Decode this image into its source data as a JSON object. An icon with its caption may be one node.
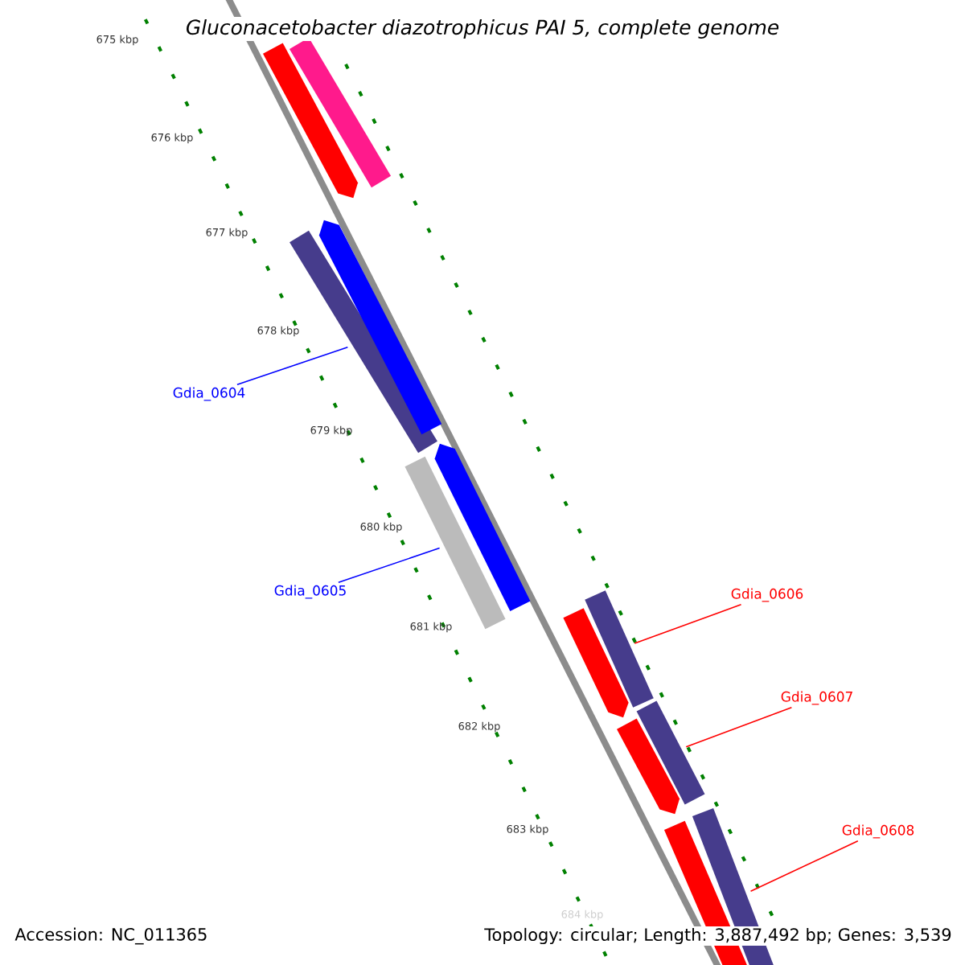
{
  "diagram": {
    "title": "Gluconacetobacter diazotrophicus PAI 5, complete genome",
    "nodes": [
      {
        "text": [
          "Gdia_0604"
        ]
      },
      {
        "text": [],
        "shape": "bar"
      },
      {
        "text": [
          "Gdia_0605"
        ]
      },
      {
        "text": [],
        "shape": "bar"
      },
      {
        "text": [
          "Gdia_0606"
        ]
      },
      {
        "text": [],
        "shape": "bar"
      },
      {
        "text": [
          "Gdia_0607"
        ]
      },
      {
        "text": [],
        "shape": "bar"
      },
      {
        "text": [
          "Gdia_0608"
        ]
      },
      {
        "text": [],
        "shape": "bar"
      },
      {
        "text": [],
        "shape": "bar"
      },
      {
        "text": [],
        "shape": "bar"
      },
      {
        "text": [],
        "shape": "bar"
      },
      {
        "text": [],
        "shape": "bar"
      },
      {
        "text": [],
        "shape": "bar"
      },
      {
        "text": [],
        "shape": "bar"
      },
      {
        "text": [],
        "shape": "bar"
      }
    ],
    "edges": [
      {
        "from": 0,
        "to": 1,
        "arrow": "none",
        "color": "#0000ff"
      },
      {
        "from": 2,
        "to": 3,
        "arrow": "none",
        "color": "#0000ff"
      },
      {
        "from": 4,
        "to": 5,
        "arrow": "none"
      },
      {
        "from": 6,
        "to": 7,
        "arrow": "none"
      },
      {
        "from": 8,
        "to": 9,
        "arrow": "none"
      }
    ],
    "labels": [
      "675 kbp",
      "676 kbp",
      "677 kbp",
      "678 kbp",
      "679 kbp",
      "680 kbp",
      "681 kbp",
      "682 kbp",
      "683 kbp",
      "684 kbp",
      "Accession: NC_011365",
      "Topology: circular; Length: 3,887,492 bp; Genes: 3,539"
    ]
  }
}
